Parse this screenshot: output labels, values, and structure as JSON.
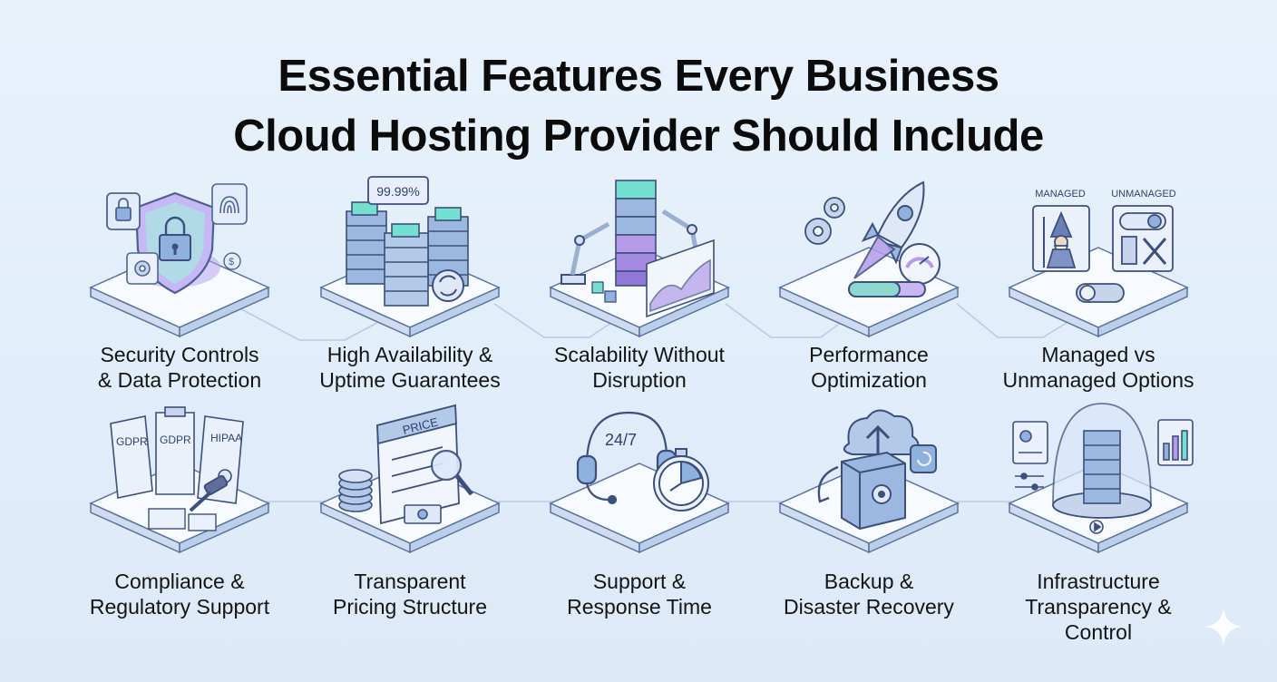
{
  "title": {
    "line1": "Essential Features Every Business",
    "line2": "Cloud Hosting Provider Should Include"
  },
  "features": [
    {
      "line1": "Security Controls",
      "line2": "& Data Protection",
      "line3": "",
      "icon": "shield-lock-icon"
    },
    {
      "line1": "High Availability &",
      "line2": "Uptime Guarantees",
      "line3": "",
      "icon": "server-cluster-icon",
      "uptime_badge": "99.99%"
    },
    {
      "line1": "Scalability Without",
      "line2": "Disruption",
      "line3": "",
      "icon": "server-stack-robot-arms-icon"
    },
    {
      "line1": "Performance",
      "line2": "Optimization",
      "line3": "",
      "icon": "rocket-gauge-icon"
    },
    {
      "line1": "Managed vs",
      "line2": "Unmanaged Options",
      "line3": "",
      "icon": "managed-unmanaged-icon",
      "managed_tag": "MANAGED",
      "unmanaged_tag": "UNMANAGED"
    },
    {
      "line1": "Compliance &",
      "line2": "Regulatory Support",
      "line3": "",
      "icon": "compliance-documents-icon",
      "doc_tags": [
        "GDPR",
        "GDPR",
        "HIPAA"
      ]
    },
    {
      "line1": "Transparent",
      "line2": "Pricing Structure",
      "line3": "",
      "icon": "price-list-icon",
      "price_tag": "PRICE"
    },
    {
      "line1": "Support &",
      "line2": "Response Time",
      "line3": "",
      "icon": "headset-stopwatch-icon",
      "support_tag": "24/7"
    },
    {
      "line1": "Backup &",
      "line2": "Disaster Recovery",
      "line3": "",
      "icon": "vault-cloud-icon"
    },
    {
      "line1": "Infrastructure",
      "line2": "Transparency &",
      "line3": "Control",
      "icon": "server-dome-dashboard-icon"
    }
  ],
  "colors": {
    "background": "#e4eefa",
    "platform_top": "#f7fbff",
    "platform_side": "#c9d9ee",
    "outline": "#4d6591",
    "accent_blue": "#8fb1dd",
    "accent_purple": "#a98fe0",
    "accent_teal": "#6fd6c8",
    "title": "#0b0b0b"
  }
}
